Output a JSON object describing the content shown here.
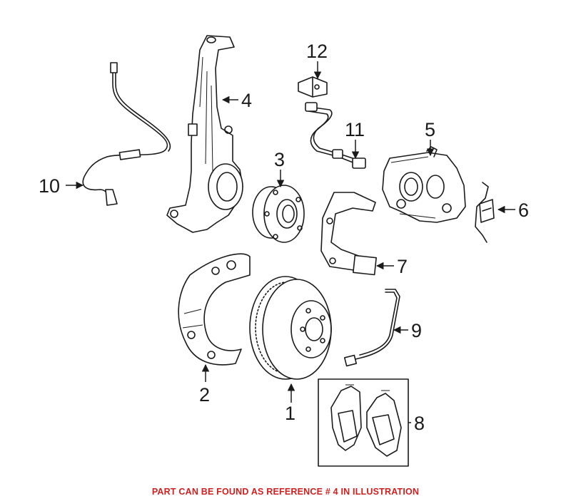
{
  "callouts": [
    "1",
    "2",
    "3",
    "4",
    "5",
    "6",
    "7",
    "8",
    "9",
    "10",
    "11",
    "12"
  ],
  "footer": {
    "note": "PART CAN BE FOUND AS REFERENCE # 4 IN ILLUSTRATION",
    "color": "#d01f1f"
  }
}
